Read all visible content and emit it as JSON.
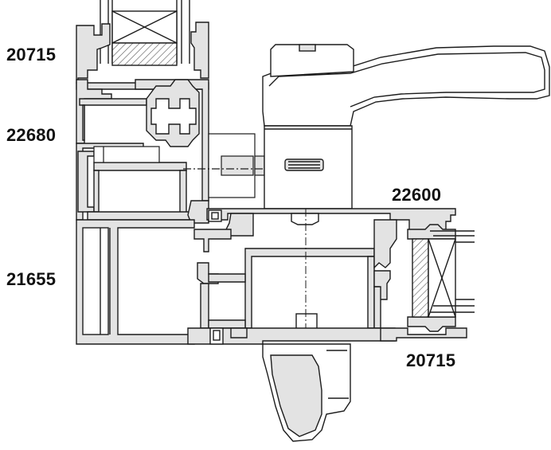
{
  "labels": {
    "top_left": "20715",
    "mid_left": "22680",
    "lower_left": "21655",
    "right_top": "22600",
    "right_bottom": "20715"
  },
  "colors": {
    "profile_fill": "#e3e3e3",
    "outline": "#1c1c1c",
    "glass_hatch": "#5a5a5a",
    "background": "#ffffff"
  }
}
